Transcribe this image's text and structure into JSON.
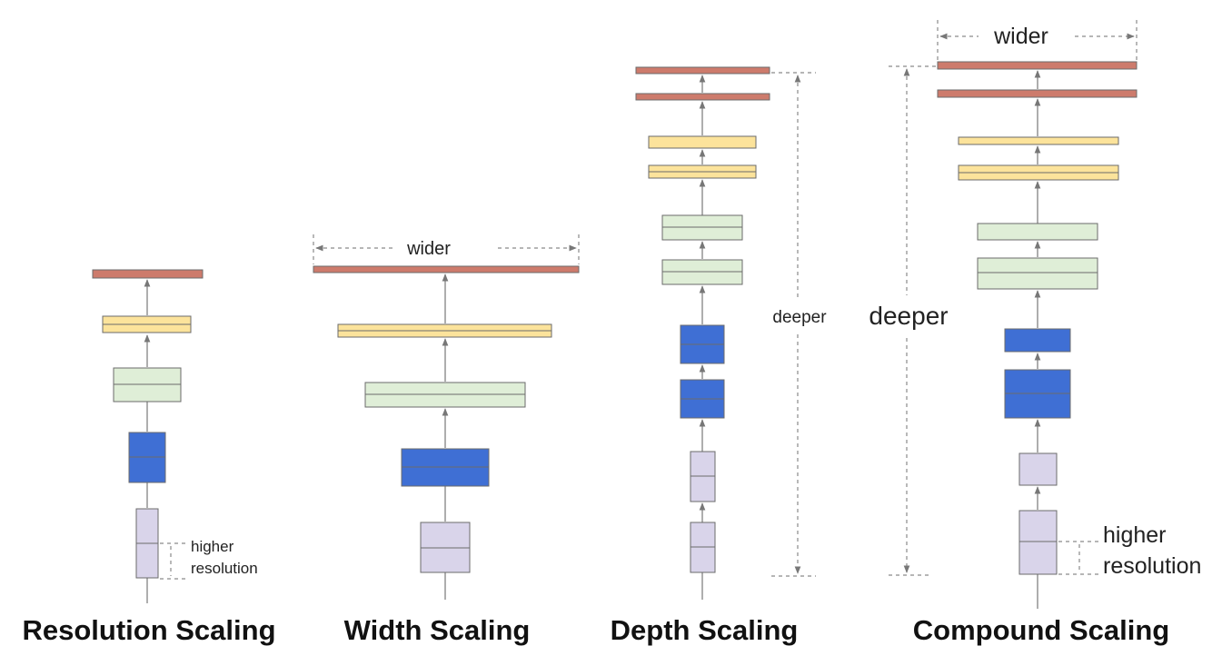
{
  "colors": {
    "red": "#cd7b6c",
    "yellow": "#fce39b",
    "green": "#dfeed7",
    "blue": "#3f6fd4",
    "lavender": "#d9d4ea"
  },
  "panels": [
    {
      "id": "resolution",
      "caption": "Resolution Scaling",
      "annotations": {
        "resolution_line1": "higher",
        "resolution_line2": "resolution"
      }
    },
    {
      "id": "width",
      "caption": "Width Scaling",
      "annotations": {
        "wider": "wider"
      }
    },
    {
      "id": "depth",
      "caption": "Depth Scaling",
      "annotations": {
        "deeper": "deeper"
      }
    },
    {
      "id": "compound",
      "caption": "Compound Scaling",
      "annotations": {
        "wider": "wider",
        "deeper": "deeper",
        "resolution_line1": "higher",
        "resolution_line2": "resolution"
      }
    }
  ]
}
